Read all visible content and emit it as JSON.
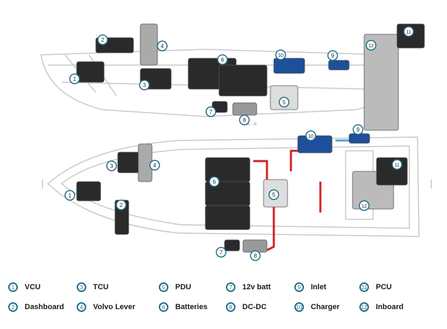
{
  "section_label": "A - A",
  "legend": [
    {
      "number": "1",
      "label": "VCU"
    },
    {
      "number": "2",
      "label": "Dashboard"
    },
    {
      "number": "3",
      "label": "TCU"
    },
    {
      "number": "4",
      "label": "Volvo Lever"
    },
    {
      "number": "5",
      "label": "PDU"
    },
    {
      "number": "6",
      "label": "Batteries"
    },
    {
      "number": "7",
      "label": "12v batt"
    },
    {
      "number": "8",
      "label": "DC-DC"
    },
    {
      "number": "9",
      "label": "Inlet"
    },
    {
      "number": "10",
      "label": "Charger"
    },
    {
      "number": "11",
      "label": "PCU"
    },
    {
      "number": "12",
      "label": "Inboard"
    }
  ],
  "colors": {
    "marker": "#1f6f8b",
    "cable": "#d42020",
    "coolant": "#4aa8d8",
    "hull": "#c8c8c8",
    "component": "#2a2a2a",
    "charger": "#1e4f9a"
  }
}
